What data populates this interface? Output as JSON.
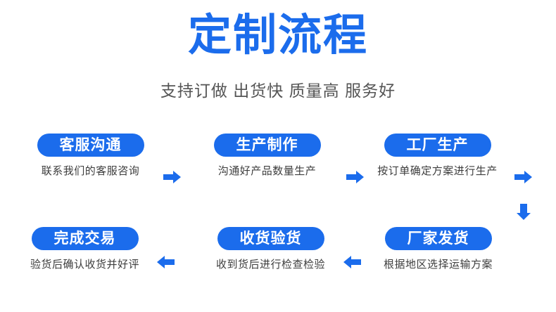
{
  "header": {
    "title": "定制流程",
    "subtitle": "支持订做  出货快  质量高  服务好",
    "title_color": "#1b6cec",
    "subtitle_color": "#555555"
  },
  "theme": {
    "accent": "#1b6cec",
    "pill_text": "#ffffff",
    "desc_text": "#3d3d3d",
    "background": "#ffffff"
  },
  "flow": {
    "row_one": [
      {
        "label": "客服沟通",
        "desc": "联系我们的客服咨询"
      },
      {
        "label": "生产制作",
        "desc": "沟通好产品数量生产"
      },
      {
        "label": "工厂生产",
        "desc": "按订单确定方案进行生产"
      }
    ],
    "row_two": [
      {
        "label": "完成交易",
        "desc": "验货后确认收货并好评"
      },
      {
        "label": "收货验货",
        "desc": "收到货后进行检查检验"
      },
      {
        "label": "厂家发货",
        "desc": "根据地区选择运输方案"
      }
    ],
    "connectors": [
      {
        "icon": "arrow-right-icon",
        "direction": "right"
      },
      {
        "icon": "arrow-right-icon",
        "direction": "right"
      },
      {
        "icon": "arrow-right-icon",
        "direction": "right"
      },
      {
        "icon": "arrow-down-icon",
        "direction": "down"
      },
      {
        "icon": "arrow-left-icon",
        "direction": "left"
      },
      {
        "icon": "arrow-left-icon",
        "direction": "left"
      }
    ]
  }
}
